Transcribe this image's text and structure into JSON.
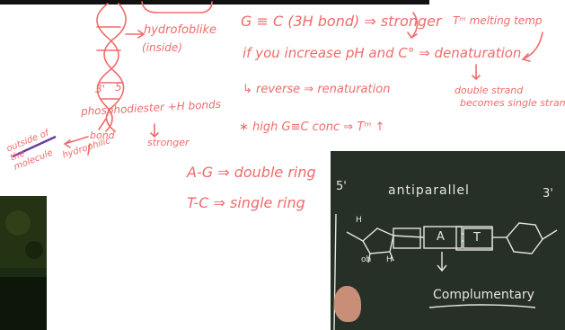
{
  "notes": {
    "hydrophobic": "hydrofoblike",
    "inside": "(inside)",
    "prime_3": "3'",
    "prime_5": "5'",
    "phosphodiester": "phosphodiester +H bonds",
    "bond": "bond",
    "stronger": "stronger",
    "hydrophilic": "hydrophilic",
    "outside": "outside of the molecule",
    "gc_triple": "G ≡ C (3H bond) ⇒ stronger",
    "melting": "Tᵐ melting temp",
    "increase_ph": "if you increase pH and C° ⇒ denaturation",
    "reverse": "↳ reverse ⇒ renaturation",
    "double_strand": "double strand",
    "single_strand": "becomes single strand",
    "high_gc": "∗ high G≡C conc ⇒ Tᵐ ↑",
    "ag_ring": "A-G ⇒ double ring",
    "tc_ring": "T-C ⇒ single ring"
  },
  "board": {
    "label_5prime": "5'",
    "antiparallel": "antiparallel",
    "label_3prime": "3'",
    "base_A": "A",
    "base_T": "T",
    "oh": "oh",
    "h_left": "H",
    "h_right": "H",
    "complementary": "Complumentary"
  },
  "colors": {
    "ink": "#f06b6b",
    "chalkboard": "#263026",
    "chalk": "#e6e6dc",
    "underline": "#6a3aa0"
  }
}
